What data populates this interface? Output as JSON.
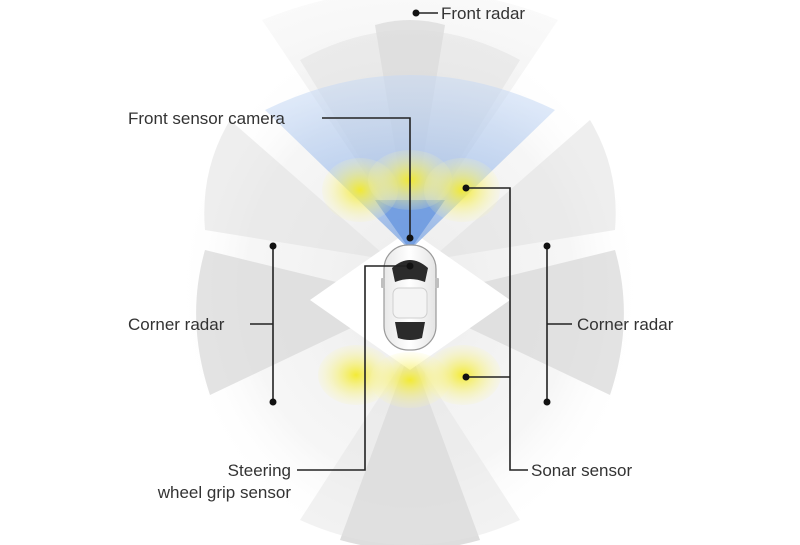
{
  "labels": {
    "front_radar": "Front radar",
    "front_sensor_camera": "Front sensor camera",
    "corner_radar_left": "Corner radar",
    "corner_radar_right": "Corner radar",
    "steering_line1": "Steering",
    "steering_line2": "wheel grip sensor",
    "sonar_sensor": "Sonar sensor"
  },
  "colors": {
    "radar": "#e6e6e6",
    "camera": "#a9c6ef",
    "sonar": "#f6f07a",
    "leader_line": "#222222",
    "text": "#333333"
  },
  "icons": {
    "vehicle": "car-top-view-icon"
  }
}
